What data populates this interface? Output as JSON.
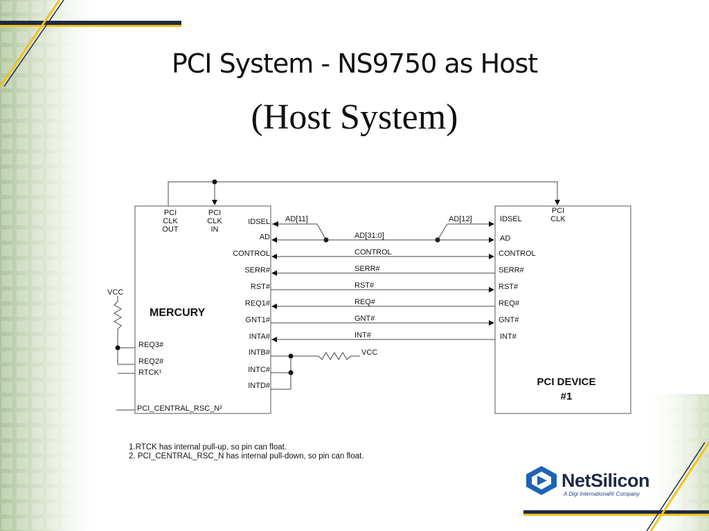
{
  "slide": {
    "title_line1": "PCI System - NS9750 as Host",
    "title_line2": "(Host System)"
  },
  "diagram": {
    "mercury": {
      "name": "MERCURY",
      "pins_top": [
        "PCI\nCLK\nOUT",
        "PCI\nCLK\nIN"
      ],
      "pins_right": [
        "IDSEL",
        "AD",
        "CONTROL",
        "SERR#",
        "RST#",
        "REQ1#",
        "GNT1#",
        "INTA#",
        "INTB#",
        "INTC#",
        "INTD#"
      ],
      "pins_left": [
        "REQ3#",
        "REQ2#",
        "RTCK¹",
        "PCI_CENTRAL_RSC_N²"
      ]
    },
    "device": {
      "name_line1": "PCI DEVICE",
      "name_line2": "#1",
      "pins_left": [
        "IDSEL",
        "AD",
        "CONTROL",
        "SERR#",
        "RST#",
        "REQ#",
        "GNT#",
        "INT#"
      ],
      "pin_clk": "PCI\nCLK"
    },
    "signals": {
      "ad11": "AD[11]",
      "ad12": "AD[12]",
      "bus": [
        "AD[31:0]",
        "CONTROL",
        "SERR#",
        "RST#",
        "REQ#",
        "GNT#",
        "INT#"
      ],
      "vcc_left": "VCC",
      "vcc_int": "VCC"
    }
  },
  "notes": {
    "line1": "1.RTCK has internal pull-up, so pin can float.",
    "line2": "2. PCI_CENTRAL_RSC_N has internal pull-down, so pin can float."
  },
  "logo": {
    "word": "NetSilicon",
    "tagline": "A Digi International® Company"
  },
  "colors": {
    "accent_yellow": "#f2c21b",
    "accent_navy": "#1f2a44",
    "accent_green": "#b9cfa3",
    "logo_blue": "#1e63b5"
  }
}
